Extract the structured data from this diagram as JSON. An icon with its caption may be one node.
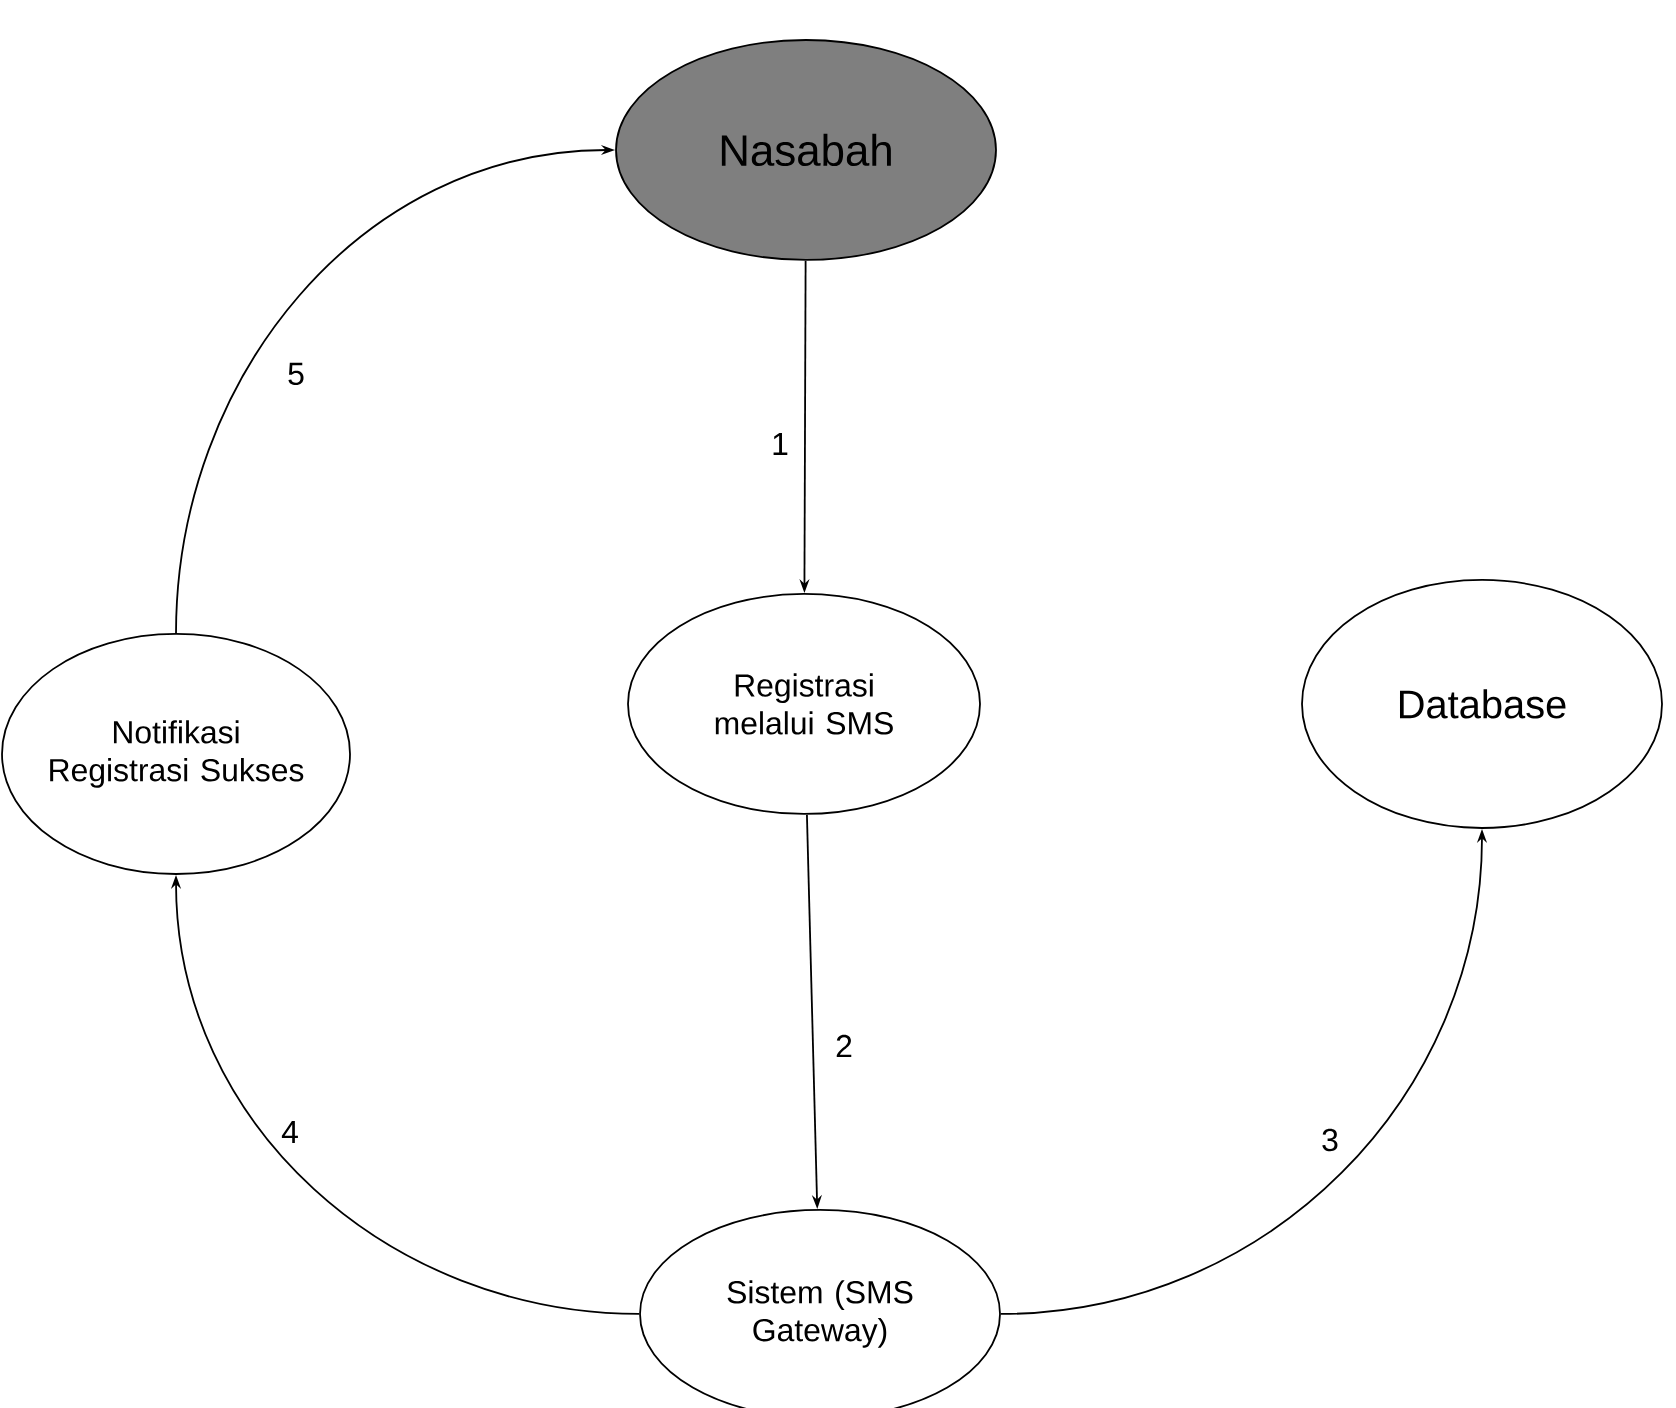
{
  "diagram": {
    "nodes": [
      {
        "text": [
          "Nasabah"
        ]
      },
      {
        "text": [
          "Notifikasi Registrasi Sukses"
        ]
      },
      {
        "text": [
          "Registrasi melalui SMS"
        ]
      },
      {
        "text": [
          "Database"
        ]
      },
      {
        "text": [
          "Sistem (SMS Gateway)"
        ]
      }
    ],
    "edges": [
      {
        "from": 0,
        "to": 2,
        "arrow": "to",
        "label": "1"
      },
      {
        "from": 2,
        "to": 4,
        "arrow": "to",
        "label": "2"
      },
      {
        "from": 4,
        "to": 3,
        "arrow": "to",
        "label": "3"
      },
      {
        "from": 4,
        "to": 1,
        "arrow": "to",
        "label": "4"
      },
      {
        "from": 1,
        "to": 0,
        "arrow": "to",
        "label": "5"
      }
    ]
  }
}
